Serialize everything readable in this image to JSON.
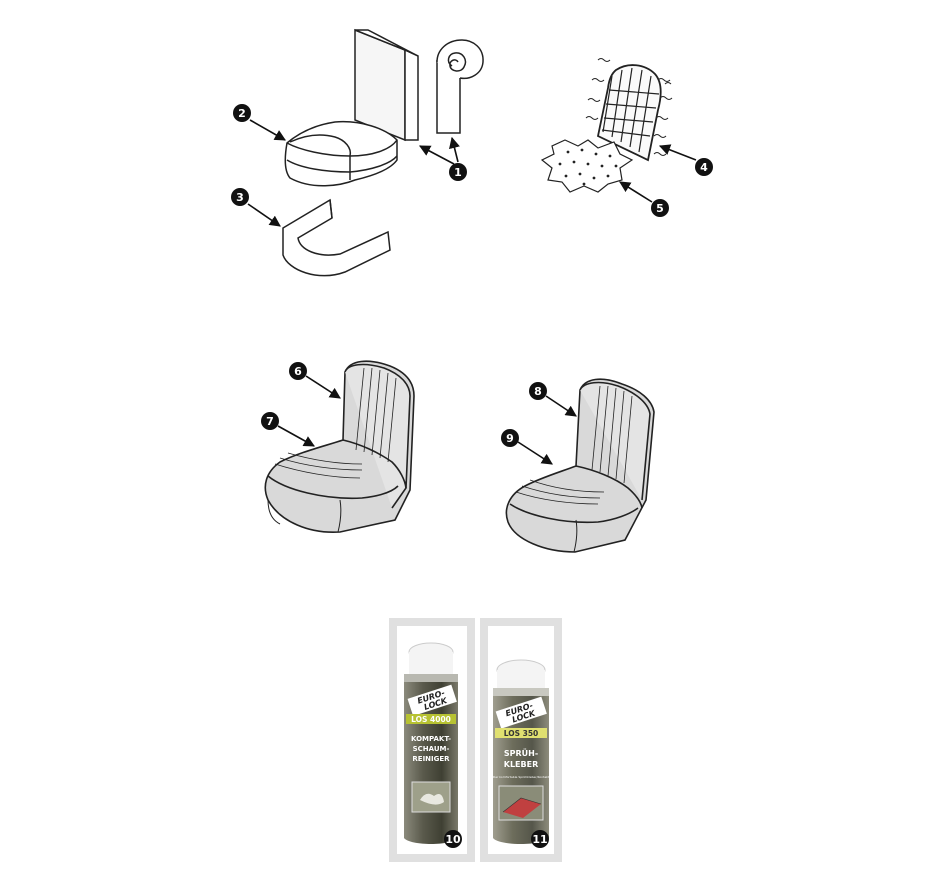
{
  "callouts": [
    "1",
    "2",
    "3",
    "4",
    "5",
    "6",
    "7",
    "8",
    "9",
    "10",
    "11"
  ],
  "cans": [
    {
      "brand_line1": "EURO-",
      "brand_line2": "LOCK",
      "model": "LOS 4000",
      "product_lines": [
        "KOMPAKT-",
        "SCHAUM-",
        "REINIGER"
      ],
      "fine_print": ""
    },
    {
      "brand_line1": "EURO-",
      "brand_line2": "LOCK",
      "model": "LOS 350",
      "product_lines": [
        "SPRÜH-",
        "KLEBER"
      ],
      "fine_print": "Der komfortable Sprühkleber/Kontakt"
    }
  ],
  "colors": {
    "outline": "#222222",
    "seat_fill": "#dcdcdc",
    "can_body": "#6b6a5e",
    "can_label_dark": "#3c3f2f",
    "can_cap": "#f4f4f4",
    "frame": "#e2e2e2"
  }
}
